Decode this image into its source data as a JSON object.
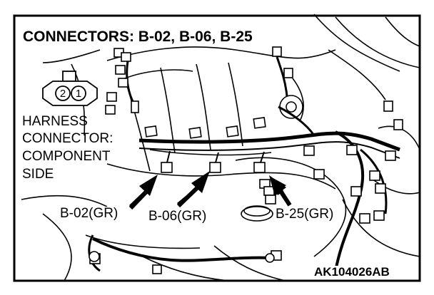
{
  "title": "CONNECTORS: B-02, B-06, B-25",
  "harness_side_label": {
    "line1": "HARNESS",
    "line2": "CONNECTOR:",
    "line3": "COMPONENT",
    "line4": "SIDE"
  },
  "connector_pins": [
    "2",
    "1"
  ],
  "connector_labels": [
    "B-02(GR)",
    "B-06(GR)",
    "B-25(GR)"
  ],
  "figure_id": "AK104026AB"
}
